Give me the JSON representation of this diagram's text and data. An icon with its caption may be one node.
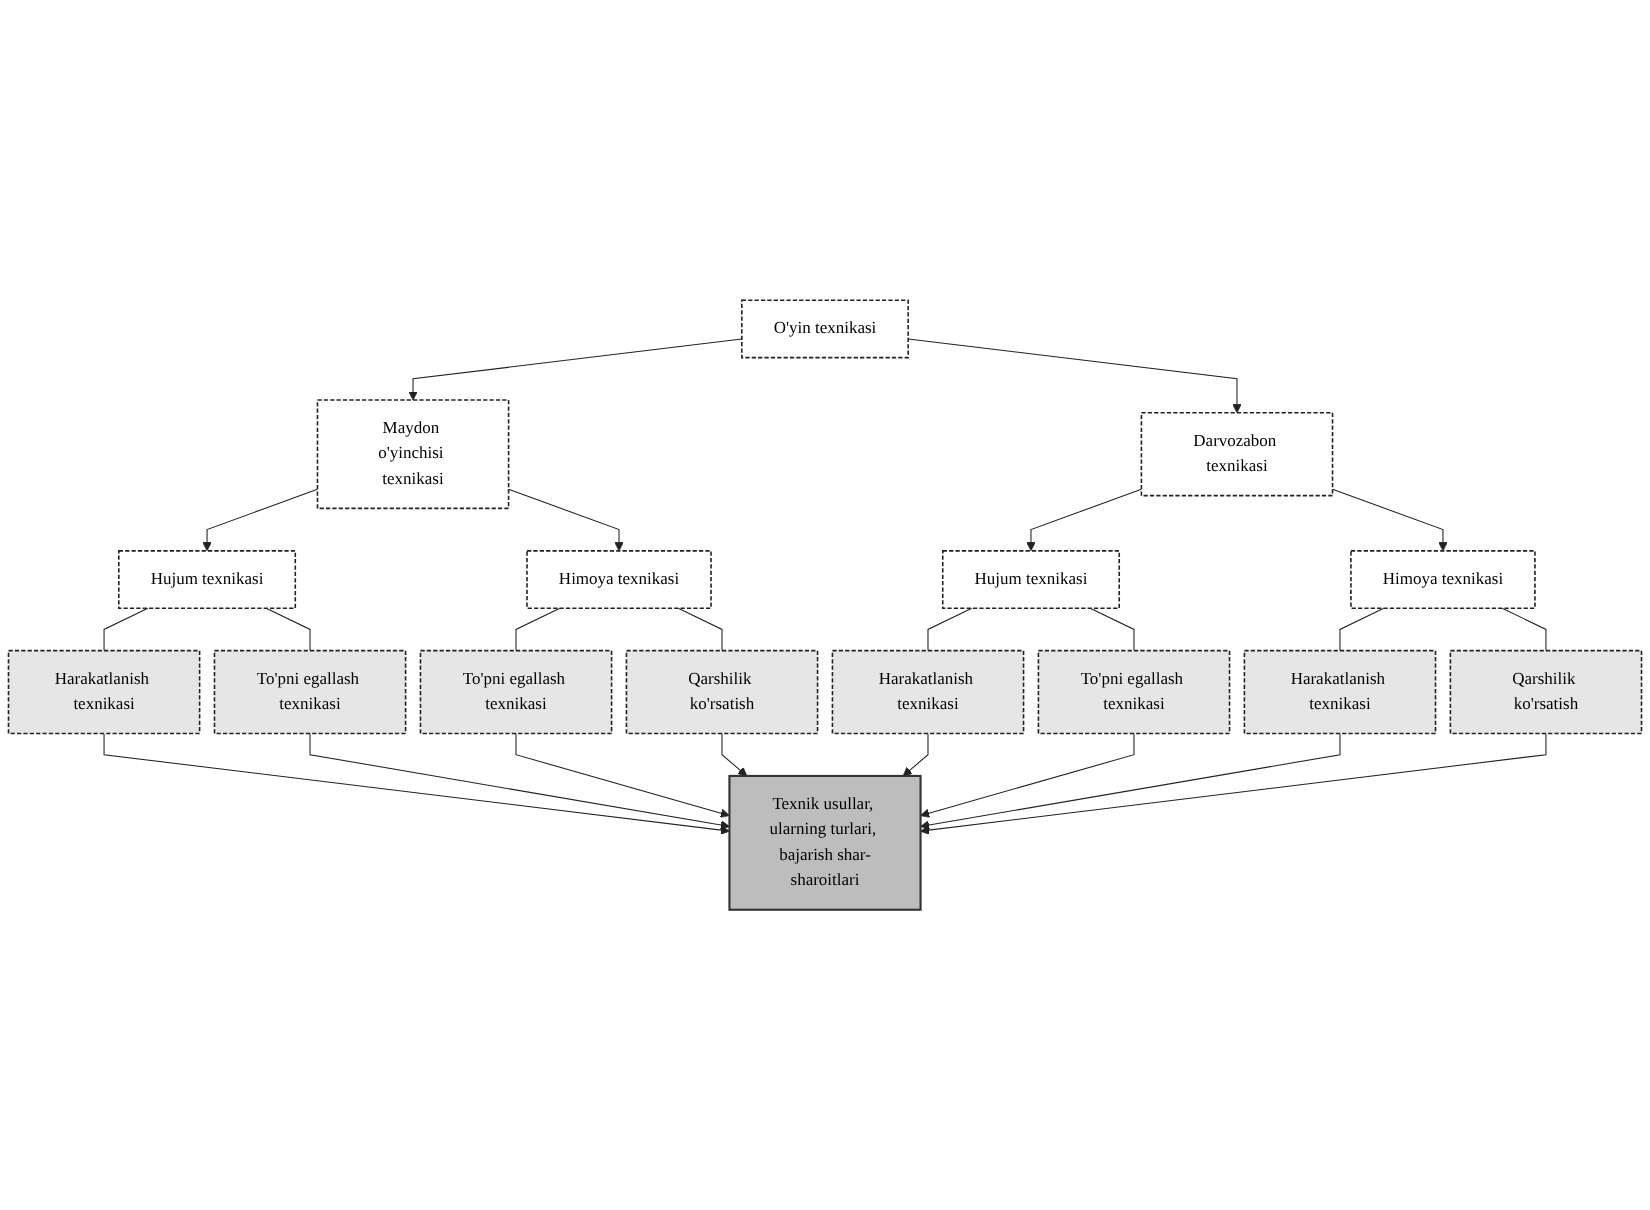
{
  "diagram": {
    "nodes": [
      {
        "text": [
          "O'yin texnikasi"
        ]
      },
      {
        "text": [
          "Maydon o'yinchisi texnikasi"
        ]
      },
      {
        "text": [
          "Darvozabon texnikasi"
        ]
      },
      {
        "text": [
          "Hujum texnikasi"
        ]
      },
      {
        "text": [
          "Himoya texnikasi"
        ]
      },
      {
        "text": [
          "Hujum texnikasi"
        ]
      },
      {
        "text": [
          "Himoya texnikasi"
        ]
      },
      {
        "text": [
          "Harakatlanish texnikasi"
        ]
      },
      {
        "text": [
          "To'pni egallash texnikasi"
        ]
      },
      {
        "text": [
          "To'pni egallash texnikasi"
        ]
      },
      {
        "text": [
          "Qarshilik ko'rsatish"
        ]
      },
      {
        "text": [
          "Harakatlanish texnikasi"
        ]
      },
      {
        "text": [
          "To'pni egallash texnikasi"
        ]
      },
      {
        "text": [
          "Harakatlanish texnikasi"
        ]
      },
      {
        "text": [
          "Qarshilik ko'rsatish"
        ]
      },
      {
        "text": [
          "Texnik usullar, ularning turlari, bajarish shar-sharoitlari"
        ]
      }
    ],
    "edges": [
      {
        "from": 0,
        "to": 1,
        "arrow": "to"
      },
      {
        "from": 0,
        "to": 2,
        "arrow": "to"
      },
      {
        "from": 1,
        "to": 3,
        "arrow": "to"
      },
      {
        "from": 1,
        "to": 4,
        "arrow": "to"
      },
      {
        "from": 2,
        "to": 5,
        "arrow": "to"
      },
      {
        "from": 2,
        "to": 6,
        "arrow": "to"
      },
      {
        "from": 3,
        "to": 7,
        "arrow": "none"
      },
      {
        "from": 3,
        "to": 8,
        "arrow": "none"
      },
      {
        "from": 4,
        "to": 9,
        "arrow": "none"
      },
      {
        "from": 4,
        "to": 10,
        "arrow": "none"
      },
      {
        "from": 5,
        "to": 11,
        "arrow": "none"
      },
      {
        "from": 5,
        "to": 12,
        "arrow": "none"
      },
      {
        "from": 6,
        "to": 13,
        "arrow": "none"
      },
      {
        "from": 6,
        "to": 14,
        "arrow": "none"
      },
      {
        "from": 7,
        "to": 15,
        "arrow": "to"
      },
      {
        "from": 8,
        "to": 15,
        "arrow": "to"
      },
      {
        "from": 9,
        "to": 15,
        "arrow": "to"
      },
      {
        "from": 10,
        "to": 15,
        "arrow": "to"
      },
      {
        "from": 11,
        "to": 15,
        "arrow": "to"
      },
      {
        "from": 12,
        "to": 15,
        "arrow": "to"
      },
      {
        "from": 13,
        "to": 15,
        "arrow": "to"
      },
      {
        "from": 14,
        "to": 15,
        "arrow": "to"
      }
    ]
  }
}
